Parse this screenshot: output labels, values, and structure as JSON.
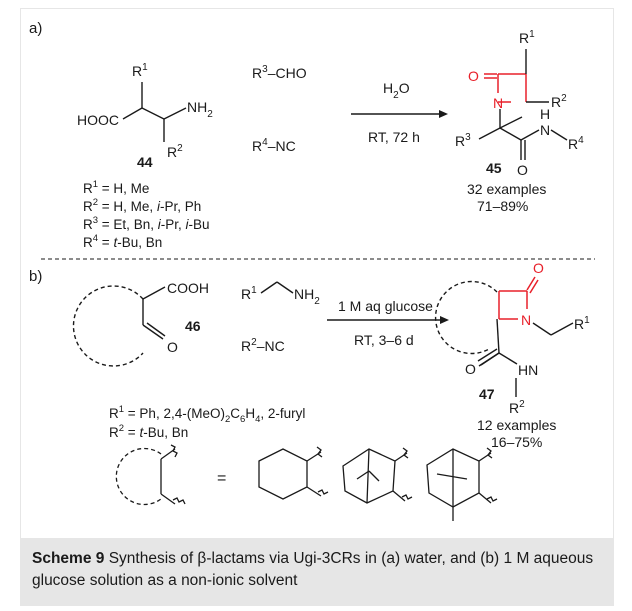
{
  "panel_a": {
    "label": "a)",
    "cpd44": "44",
    "r1": "R",
    "r1_sup": "1",
    "r2": "R",
    "r2_sup": "2",
    "cooh": "HOOC",
    "nh2": "NH",
    "nh2_sub": "2",
    "aldehyde_r": "R",
    "aldehyde_sup": "3",
    "aldehyde_rest": "–CHO",
    "isocyanide_r": "R",
    "isocyanide_sup": "4",
    "isocyanide_rest": "–NC",
    "cond_top": "H",
    "cond_top_sub": "2",
    "cond_top_rest": "O",
    "cond_bottom": "RT, 72 h",
    "cpd45": "45",
    "examples": "32 examples",
    "yield": "71–89%",
    "defs": [
      {
        "r": "R",
        "sup": "1",
        "text": " = H, Me"
      },
      {
        "r": "R",
        "sup": "2",
        "text": " = H, Me, ",
        "it": "i",
        "text2": "-Pr, Ph"
      },
      {
        "r": "R",
        "sup": "3",
        "text": " = Et, Bn, ",
        "it": "i",
        "text2": "-Pr, ",
        "it2": "i",
        "text3": "-Bu"
      },
      {
        "r": "R",
        "sup": "4",
        "text": " = ",
        "it": "t",
        "text2": "-Bu, Bn"
      }
    ]
  },
  "panel_b": {
    "label": "b)",
    "cpd46": "46",
    "cooh": "COOH",
    "o": "O",
    "amine_r": "R",
    "amine_sup": "1",
    "amine_nh2": "NH",
    "amine_sub": "2",
    "isocyanide_r": "R",
    "isocyanide_sup": "2",
    "isocyanide_rest": "–NC",
    "cond_top": "1 M aq glucose",
    "cond_bottom": "RT, 3–6 d",
    "cpd47": "47",
    "examples": "12 examples",
    "yield": "16–75%",
    "defs": [
      {
        "r": "R",
        "sup": "1",
        "text": " = Ph, 2,4-(MeO)",
        "sub": "2",
        "text2": "C",
        "sub2": "6",
        "text3": "H",
        "sub3": "4",
        "text4": ", 2-furyl"
      },
      {
        "r": "R",
        "sup": "2",
        "text": " = ",
        "it": "t",
        "text2": "-Bu, Bn"
      }
    ],
    "equals": "="
  },
  "atoms": {
    "O": "O",
    "N": "N",
    "H": "H",
    "HN": "HN"
  },
  "caption": {
    "label": "Scheme 9",
    "text": "  Synthesis of β-lactams via Ugi-3CRs in (a) water, and (b) 1 M aqueous glucose solution as a non-ionic solvent"
  },
  "colors": {
    "lactam": "#e8202a",
    "ink": "#1a1a1a",
    "caption_bg": "#e6e6e6"
  }
}
